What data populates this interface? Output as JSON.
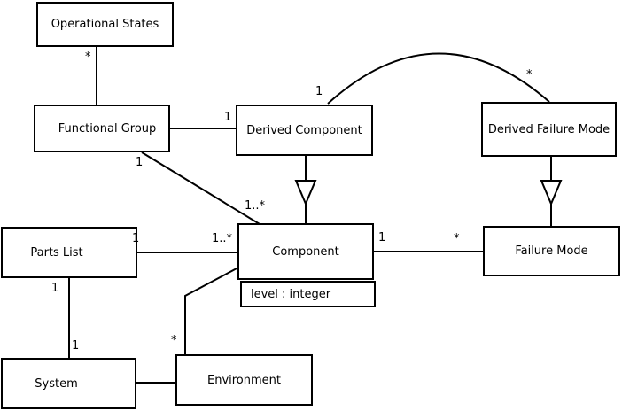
{
  "diagram": {
    "kind": "uml-class-diagram",
    "colors": {
      "line": "#000000",
      "background": "#ffffff",
      "box_fill": "#ffffff",
      "text": "#000000"
    },
    "nodes": {
      "operational_states": {
        "label": "Operational States"
      },
      "functional_group": {
        "label": "Functional Group"
      },
      "derived_component": {
        "label": "Derived Component"
      },
      "derived_failure_mode": {
        "label": "Derived Failure Mode"
      },
      "parts_list": {
        "label": "Parts List"
      },
      "component": {
        "label": "Component",
        "attributes": [
          "level : integer"
        ]
      },
      "failure_mode": {
        "label": "Failure Mode"
      },
      "system": {
        "label": "System"
      },
      "environment": {
        "label": "Environment"
      }
    },
    "edges": [
      {
        "from": "Operational States",
        "to": "Functional Group",
        "type": "association",
        "from_label": "*"
      },
      {
        "from": "Functional Group",
        "to": "Derived Component",
        "type": "association",
        "to_label": "1"
      },
      {
        "from": "Functional Group",
        "to": "Component",
        "type": "association",
        "from_label": "1",
        "to_label": "1..*"
      },
      {
        "from": "Derived Component",
        "to": "Derived Failure Mode",
        "type": "association",
        "from_label": "1",
        "to_label": "*"
      },
      {
        "from": "Derived Component",
        "to": "Component",
        "type": "generalization"
      },
      {
        "from": "Derived Failure Mode",
        "to": "Failure Mode",
        "type": "generalization"
      },
      {
        "from": "Parts List",
        "to": "Component",
        "type": "association",
        "from_label": "1",
        "to_label": "1..*"
      },
      {
        "from": "Component",
        "to": "Failure Mode",
        "type": "association",
        "from_label": "1",
        "to_label": "*"
      },
      {
        "from": "Parts List",
        "to": "System",
        "type": "association",
        "from_label": "1",
        "to_label": "1"
      },
      {
        "from": "System",
        "to": "Environment",
        "type": "association"
      },
      {
        "from": "Component",
        "to": "Environment",
        "type": "association",
        "to_label": "*"
      }
    ]
  }
}
